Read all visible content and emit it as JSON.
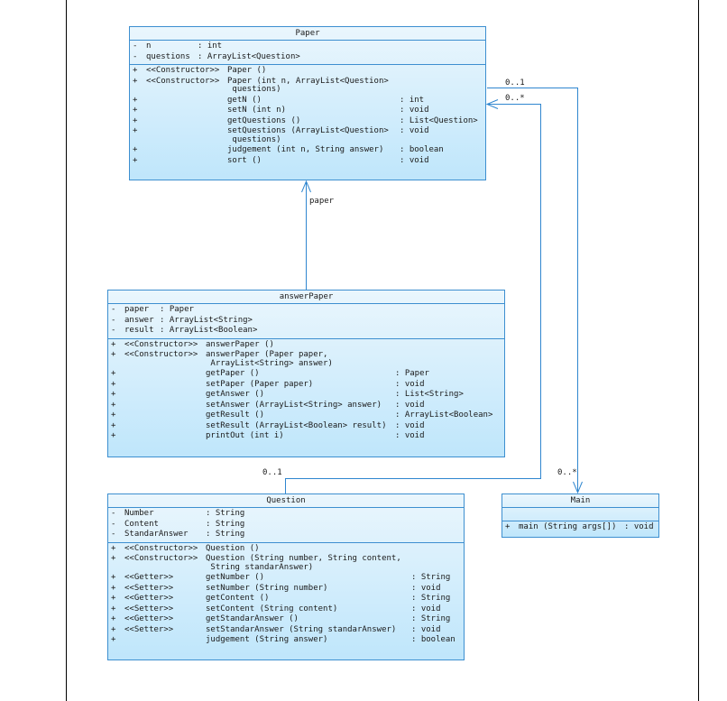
{
  "classes": {
    "paper": {
      "name": "Paper",
      "attributes": [
        {
          "vis": "-",
          "name": "n",
          "type": ": int"
        },
        {
          "vis": "-",
          "name": "questions",
          "type": ": ArrayList<Question>"
        }
      ],
      "operations": [
        {
          "vis": "+",
          "stereo": "<<Constructor>>",
          "name": "Paper ()",
          "type": ""
        },
        {
          "vis": "+",
          "stereo": "<<Constructor>>",
          "name": "Paper (int n, ArrayList<Question>\n questions)",
          "type": ""
        },
        {
          "vis": "+",
          "stereo": "",
          "name": "getN ()",
          "type": ": int"
        },
        {
          "vis": "+",
          "stereo": "",
          "name": "setN (int n)",
          "type": ": void"
        },
        {
          "vis": "+",
          "stereo": "",
          "name": "getQuestions ()",
          "type": ": List<Question>"
        },
        {
          "vis": "+",
          "stereo": "",
          "name": "setQuestions (ArrayList<Question>\n questions)",
          "type": ": void"
        },
        {
          "vis": "+",
          "stereo": "",
          "name": "judgement (int n, String answer)",
          "type": ": boolean"
        },
        {
          "vis": "+",
          "stereo": "",
          "name": "sort ()",
          "type": ": void"
        }
      ]
    },
    "answer_paper": {
      "name": "answerPaper",
      "attributes": [
        {
          "vis": "-",
          "name": "paper",
          "type": ": Paper"
        },
        {
          "vis": "-",
          "name": "answer",
          "type": ": ArrayList<String>"
        },
        {
          "vis": "-",
          "name": "result",
          "type": ": ArrayList<Boolean>"
        }
      ],
      "operations": [
        {
          "vis": "+",
          "stereo": "<<Constructor>>",
          "name": "answerPaper ()",
          "type": ""
        },
        {
          "vis": "+",
          "stereo": "<<Constructor>>",
          "name": "answerPaper (Paper paper,\n ArrayList<String> answer)",
          "type": ""
        },
        {
          "vis": "+",
          "stereo": "",
          "name": "getPaper ()",
          "type": ": Paper"
        },
        {
          "vis": "+",
          "stereo": "",
          "name": "setPaper (Paper paper)",
          "type": ": void"
        },
        {
          "vis": "+",
          "stereo": "",
          "name": "getAnswer ()",
          "type": ": List<String>"
        },
        {
          "vis": "+",
          "stereo": "",
          "name": "setAnswer (ArrayList<String> answer)",
          "type": ": void"
        },
        {
          "vis": "+",
          "stereo": "",
          "name": "getResult ()",
          "type": ": ArrayList<Boolean>"
        },
        {
          "vis": "+",
          "stereo": "",
          "name": "setResult (ArrayList<Boolean> result)",
          "type": ": void"
        },
        {
          "vis": "+",
          "stereo": "",
          "name": "printOut (int i)",
          "type": ": void"
        }
      ]
    },
    "question": {
      "name": "Question",
      "attributes": [
        {
          "vis": "-",
          "name": "Number",
          "type": ": String"
        },
        {
          "vis": "-",
          "name": "Content",
          "type": ": String"
        },
        {
          "vis": "-",
          "name": "StandarAnswer",
          "type": ": String"
        }
      ],
      "operations": [
        {
          "vis": "+",
          "stereo": "<<Constructor>>",
          "name": "Question ()",
          "type": ""
        },
        {
          "vis": "+",
          "stereo": "<<Constructor>>",
          "name": "Question (String number, String content,\n String standarAnswer)",
          "type": ""
        },
        {
          "vis": "+",
          "stereo": "<<Getter>>",
          "name": "getNumber ()",
          "type": ": String"
        },
        {
          "vis": "+",
          "stereo": "<<Setter>>",
          "name": "setNumber (String number)",
          "type": ": void"
        },
        {
          "vis": "+",
          "stereo": "<<Getter>>",
          "name": "getContent ()",
          "type": ": String"
        },
        {
          "vis": "+",
          "stereo": "<<Setter>>",
          "name": "setContent (String content)",
          "type": ": void"
        },
        {
          "vis": "+",
          "stereo": "<<Getter>>",
          "name": "getStandarAnswer ()",
          "type": ": String"
        },
        {
          "vis": "+",
          "stereo": "<<Setter>>",
          "name": "setStandarAnswer (String standarAnswer)",
          "type": ": void"
        },
        {
          "vis": "+",
          "stereo": "",
          "name": "judgement (String answer)",
          "type": ": boolean"
        }
      ]
    },
    "main": {
      "name": "Main",
      "attributes": [],
      "operations": [
        {
          "vis": "+",
          "stereo": "",
          "name": "main (String args[])",
          "type": ": void"
        }
      ]
    }
  },
  "associations": {
    "answerpaper_paper": {
      "role": "paper"
    },
    "main_paper": {
      "mult_top": "0..1",
      "mult_bottom": "0..*"
    },
    "question_paper": {
      "mult_top": "0..*",
      "mult_bottom": "0..1"
    }
  },
  "colors": {
    "border": "#3d8fd0",
    "fill_top": "#eaf6fd",
    "fill_bottom": "#bfe6fb",
    "connector": "#2f86cf"
  }
}
